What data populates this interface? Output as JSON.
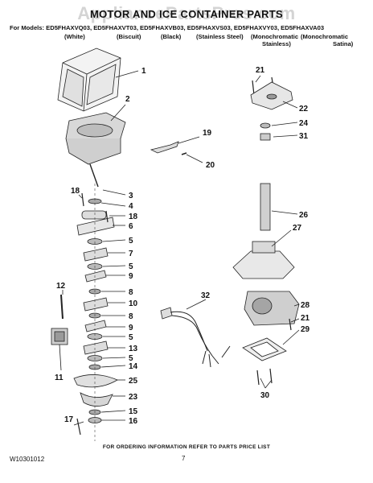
{
  "watermark": "AppliancePartsPros.com",
  "title": "MOTOR AND ICE CONTAINER PARTS",
  "models_line": "For Models: ED5FHAXVQ03, ED5FHAXVT03, ED5FHAXVB03, ED5FHAXVS03, ED5FHAXVY03, ED5FHAXVA03",
  "colors": {
    "white": "(White)",
    "biscuit": "(Biscuit)",
    "black": "(Black)",
    "stainless": "(Stainless Steel)",
    "mono1": "(Monochromatic",
    "mono2": "(Monochromatic",
    "mono1b": "Stainless)",
    "mono2b": "Satina)"
  },
  "callouts": {
    "c1": "1",
    "c2": "2",
    "c3": "3",
    "c4": "4",
    "c18a": "18",
    "c18b": "18",
    "c6": "6",
    "c5a": "5",
    "c7": "7",
    "c5b": "5",
    "c9a": "9",
    "c8a": "8",
    "c10": "10",
    "c8b": "8",
    "c9b": "9",
    "c5c": "5",
    "c13": "13",
    "c5d": "5",
    "c14": "14",
    "c25": "25",
    "c23": "23",
    "c15": "15",
    "c16": "16",
    "c17": "17",
    "c12": "12",
    "c11": "11",
    "c19": "19",
    "c20": "20",
    "c21a": "21",
    "c22": "22",
    "c24": "24",
    "c31": "31",
    "c26": "26",
    "c27": "27",
    "c32": "32",
    "c28": "28",
    "c21b": "21",
    "c29": "29",
    "c30": "30"
  },
  "footer": {
    "info": "FOR ORDERING INFORMATION REFER TO PARTS PRICE LIST",
    "doc_number": "W10301012",
    "page": "7"
  }
}
